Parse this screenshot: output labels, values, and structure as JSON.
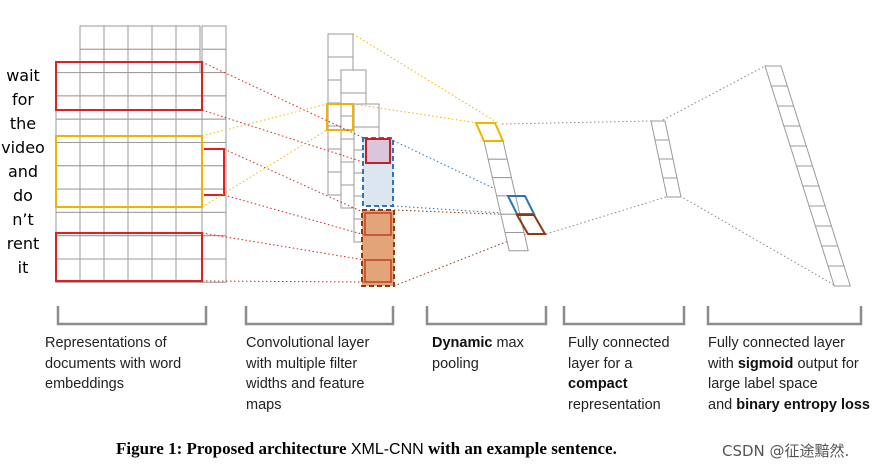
{
  "words": [
    "wait",
    "for",
    "the",
    "video",
    "and",
    "do",
    "n’t",
    "rent",
    "it"
  ],
  "stages": {
    "representation": {
      "line1": "Representations of",
      "line2": "documents with word",
      "line3": "embeddings"
    },
    "convolution": {
      "line1": "Convolutional layer",
      "line2": "with multiple filter",
      "line3": "widths and feature",
      "line4": "maps"
    },
    "pooling": {
      "bold": "Dynamic",
      "rest": " max",
      "line2": "pooling"
    },
    "compact": {
      "line1": "Fully connected",
      "line2": "layer for a",
      "bold": "compact",
      "line4": "representation"
    },
    "output": {
      "line1": "Fully connected layer",
      "pre": "with ",
      "bold1": "sigmoid",
      "post": " output for",
      "line3": "large label space",
      "pre2": "and ",
      "bold2": "binary entropy loss"
    }
  },
  "caption": {
    "part1": "Figure 1: Proposed architecture ",
    "part2": "XML-CNN",
    "part3": " with an example sentence."
  },
  "watermark": "CSDN @征途黯然.",
  "colors": {
    "red": "#e02020",
    "yellow": "#f0b400",
    "blue": "#2e75b6",
    "brown": "#8b3a12",
    "orange_fill": "#e4a47a",
    "blue_fill": "#dce6f1",
    "grid": "#9a9a9a",
    "bracket": "#8c8c8c"
  }
}
